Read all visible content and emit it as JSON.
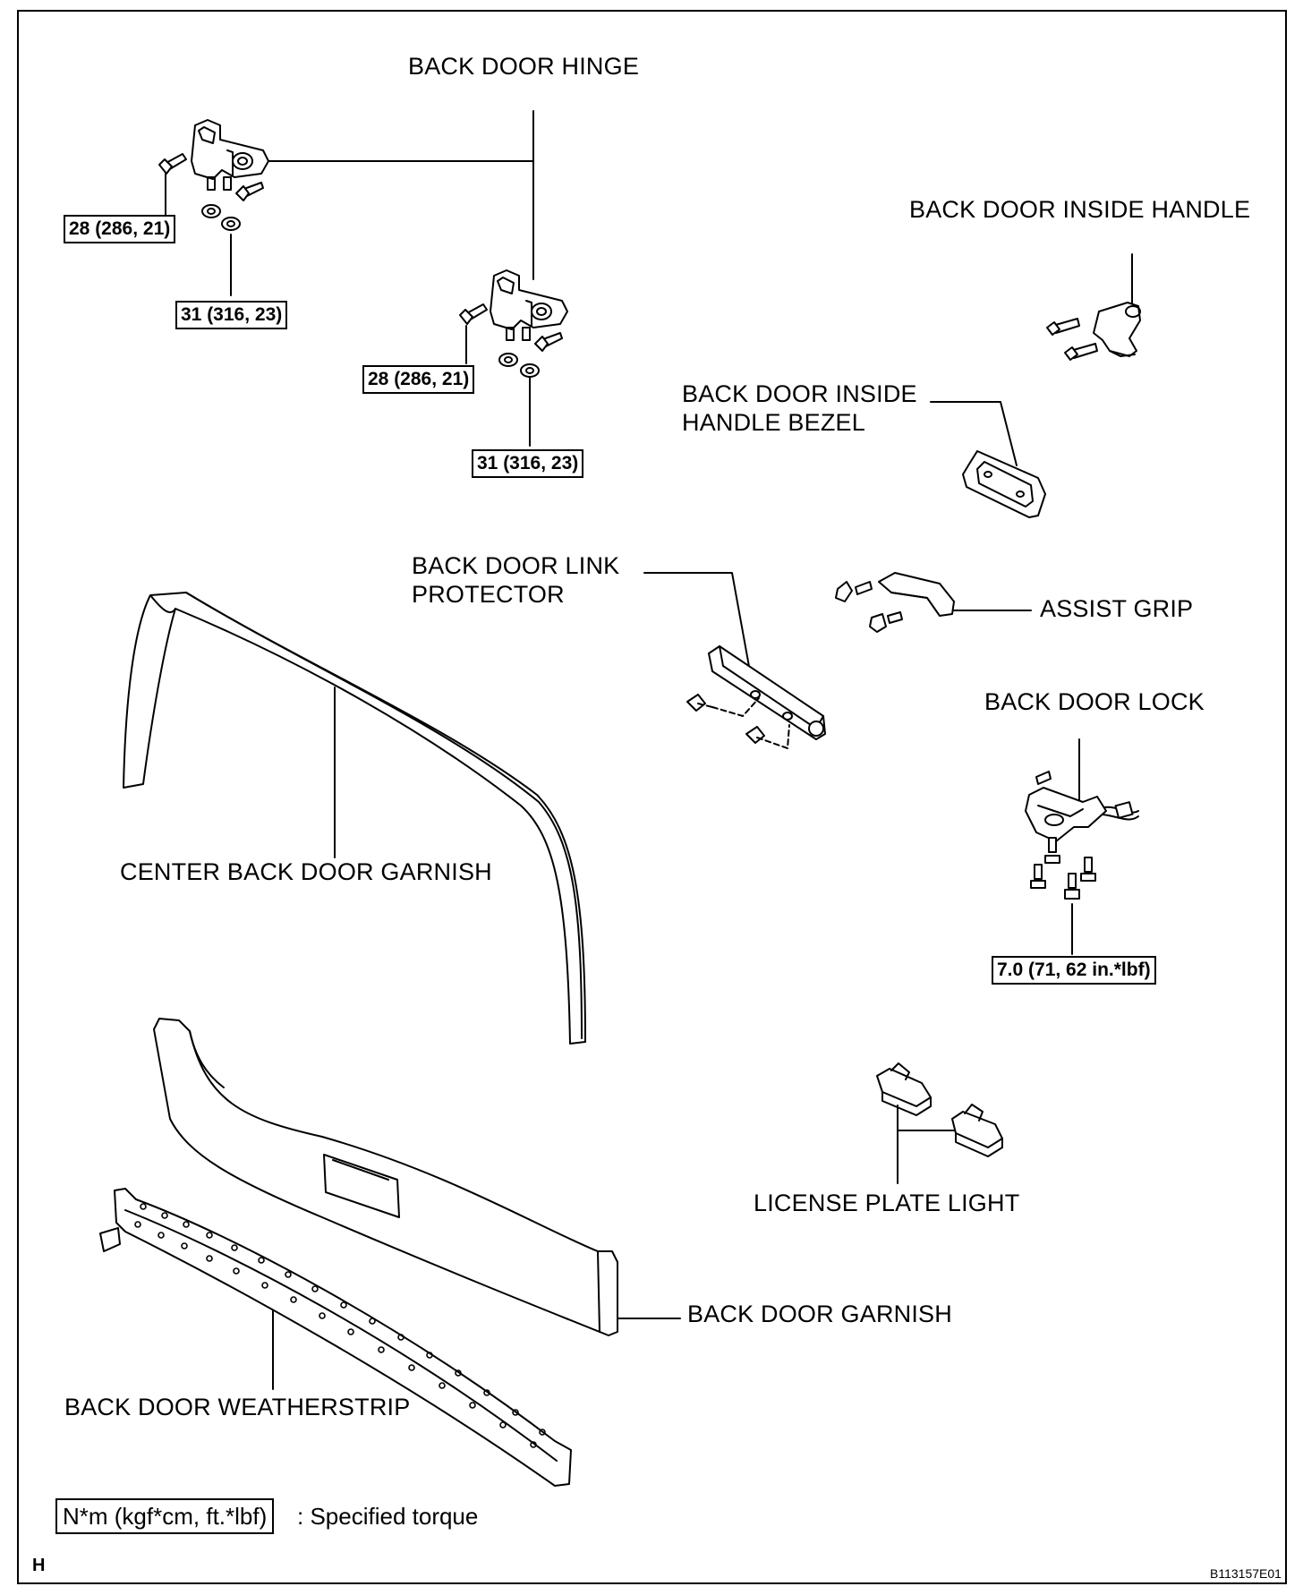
{
  "labels": {
    "back_door_hinge": "BACK DOOR HINGE",
    "back_door_inside_handle": "BACK DOOR INSIDE HANDLE",
    "back_door_inside_handle_bezel": "BACK DOOR INSIDE\nHANDLE BEZEL",
    "back_door_link_protector": "BACK DOOR LINK\nPROTECTOR",
    "assist_grip": "ASSIST GRIP",
    "back_door_lock": "BACK DOOR LOCK",
    "center_back_door_garnish": "CENTER BACK DOOR GARNISH",
    "license_plate_light": "LICENSE PLATE LIGHT",
    "back_door_garnish": "BACK DOOR GARNISH",
    "back_door_weatherstrip": "BACK DOOR WEATHERSTRIP"
  },
  "torques": {
    "hinge_upper_bolt": "28 (286, 21)",
    "hinge_upper_nut": "31 (316, 23)",
    "hinge_lower_bolt": "28 (286, 21)",
    "hinge_lower_nut": "31 (316, 23)",
    "lock_bolts": "7.0 (71, 62 in.*lbf)"
  },
  "legend": {
    "unit_box": "N*m (kgf*cm, ft.*lbf)",
    "description": ": Specified torque"
  },
  "corner_letter": "H",
  "figure_code": "B113157E01"
}
